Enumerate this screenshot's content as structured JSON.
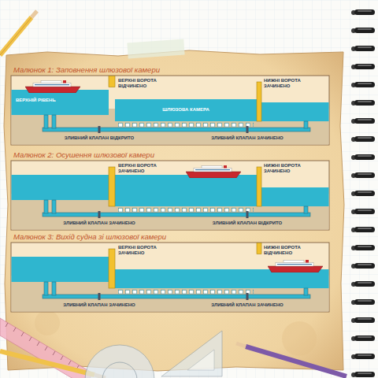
{
  "diagram": {
    "nodes": [
      {
        "text": [
          "Малюнок 1: Заповнення шлюзової камери"
        ]
      },
      {
        "text": [
          "Малюнок 2: Осушення шлюзової камери"
        ]
      },
      {
        "text": [
          "Малюнок 3: Вихід судна зі шлюзової камери"
        ]
      }
    ],
    "labels": [
      "ВЕРХНІ ВОРОТА ВІДЧИНЕНО",
      "НИЖНІ ВОРОТА ЗАЧИНЕНО",
      "ВЕРХНІЙ РІВЕНЬ",
      "ШЛЮЗОВА КАМЕРА",
      "ЗЛИВНИЙ КЛАПАН ВІДКРИТО",
      "ЗЛИВНИЙ КЛАПАН ЗАЧИНЕНО",
      "ВЕРХНІ ВОРОТА ЗАЧИНЕНО",
      "НИЖНІ ВОРОТА ЗАЧИНЕНО",
      "ЗЛИВНИЙ КЛАПАН ЗАЧИНЕНО",
      "ЗЛИВНИЙ КЛАПАН ВІДКРИТО",
      "ВЕРХНІ ВОРОТА ЗАЧИНЕНО",
      "НИЖНІ ВОРОТА ВІДЧИНЕНО",
      "ЗЛИВНИЙ КЛАПАН ЗАЧИНЕНО",
      "ЗЛИВНИЙ КЛАПАН ЗАЧИНЕНО"
    ]
  }
}
